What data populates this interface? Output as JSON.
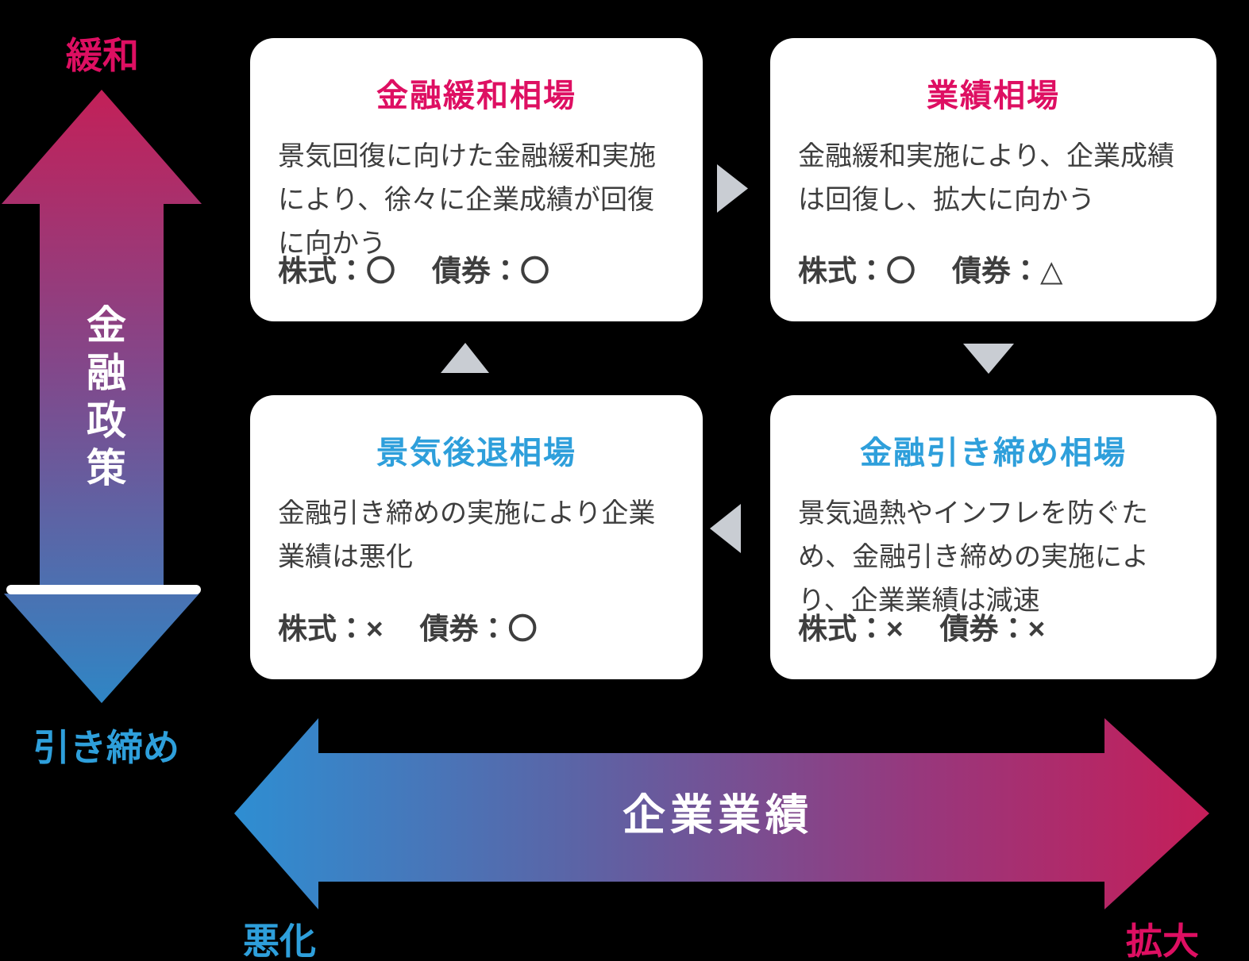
{
  "colors": {
    "crimson": "#de0f62",
    "blue": "#2e9fdb",
    "body_text": "#3e3e3e",
    "card_bg": "#ffffff",
    "connector_gray": "#c9cdd3",
    "canvas_bg": "#000000",
    "arrow_text": "#ffffff",
    "vgrad_top": "#c32058",
    "vgrad_mid": "#83478a",
    "vgrad_bottom": "#2f86c5",
    "hgrad_left": "#2e8ed2",
    "hgrad_mid1": "#5b64a6",
    "hgrad_mid2": "#97387d",
    "hgrad_right": "#c51e59"
  },
  "vertical_axis": {
    "title": "金融政策",
    "top_label": "緩和",
    "bottom_label": "引き締め"
  },
  "horizontal_axis": {
    "title": "企業業績",
    "left_label": "悪化",
    "right_label": "拡大"
  },
  "labels": {
    "stocks": "株式：",
    "bonds": "債券："
  },
  "cards": [
    {
      "title": "金融緩和相場",
      "body": "景気回復に向けた金融緩和実施により、徐々に企業成績が回復に向かう",
      "stocks": "〇",
      "bonds": "〇"
    },
    {
      "title": "業績相場",
      "body": "金融緩和実施により、企業成績は回復し、拡大に向かう",
      "stocks": "〇",
      "bonds": "△"
    },
    {
      "title": "景気後退相場",
      "body": "金融引き締めの実施により企業業績は悪化",
      "stocks": "×",
      "bonds": "〇"
    },
    {
      "title": "金融引き締め相場",
      "body": "景気過熱やインフレを防ぐため、金融引き締めの実施により、企業業績は減速",
      "stocks": "×",
      "bonds": "×"
    }
  ]
}
